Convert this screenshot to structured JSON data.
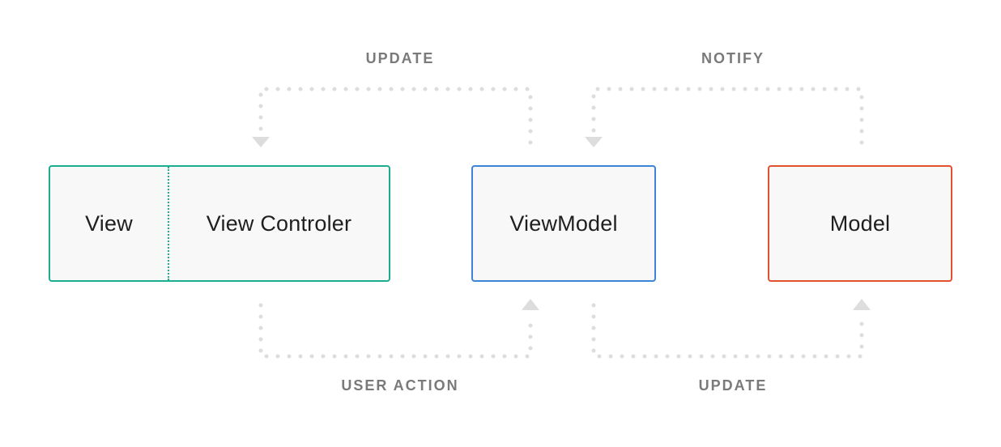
{
  "boxes": {
    "view_label": "View",
    "view_controller_label": "View Controler",
    "viewmodel_label": "ViewModel",
    "model_label": "Model"
  },
  "flows": {
    "top_left_label": "UPDATE",
    "top_right_label": "NOTIFY",
    "bottom_left_label": "USER ACTION",
    "bottom_right_label": "UPDATE"
  },
  "colors": {
    "view_border": "#1aae8f",
    "viewmodel_border": "#3d84d7",
    "model_border": "#e2512e",
    "connector": "#dddddd",
    "label_text": "#7a7a7a"
  }
}
